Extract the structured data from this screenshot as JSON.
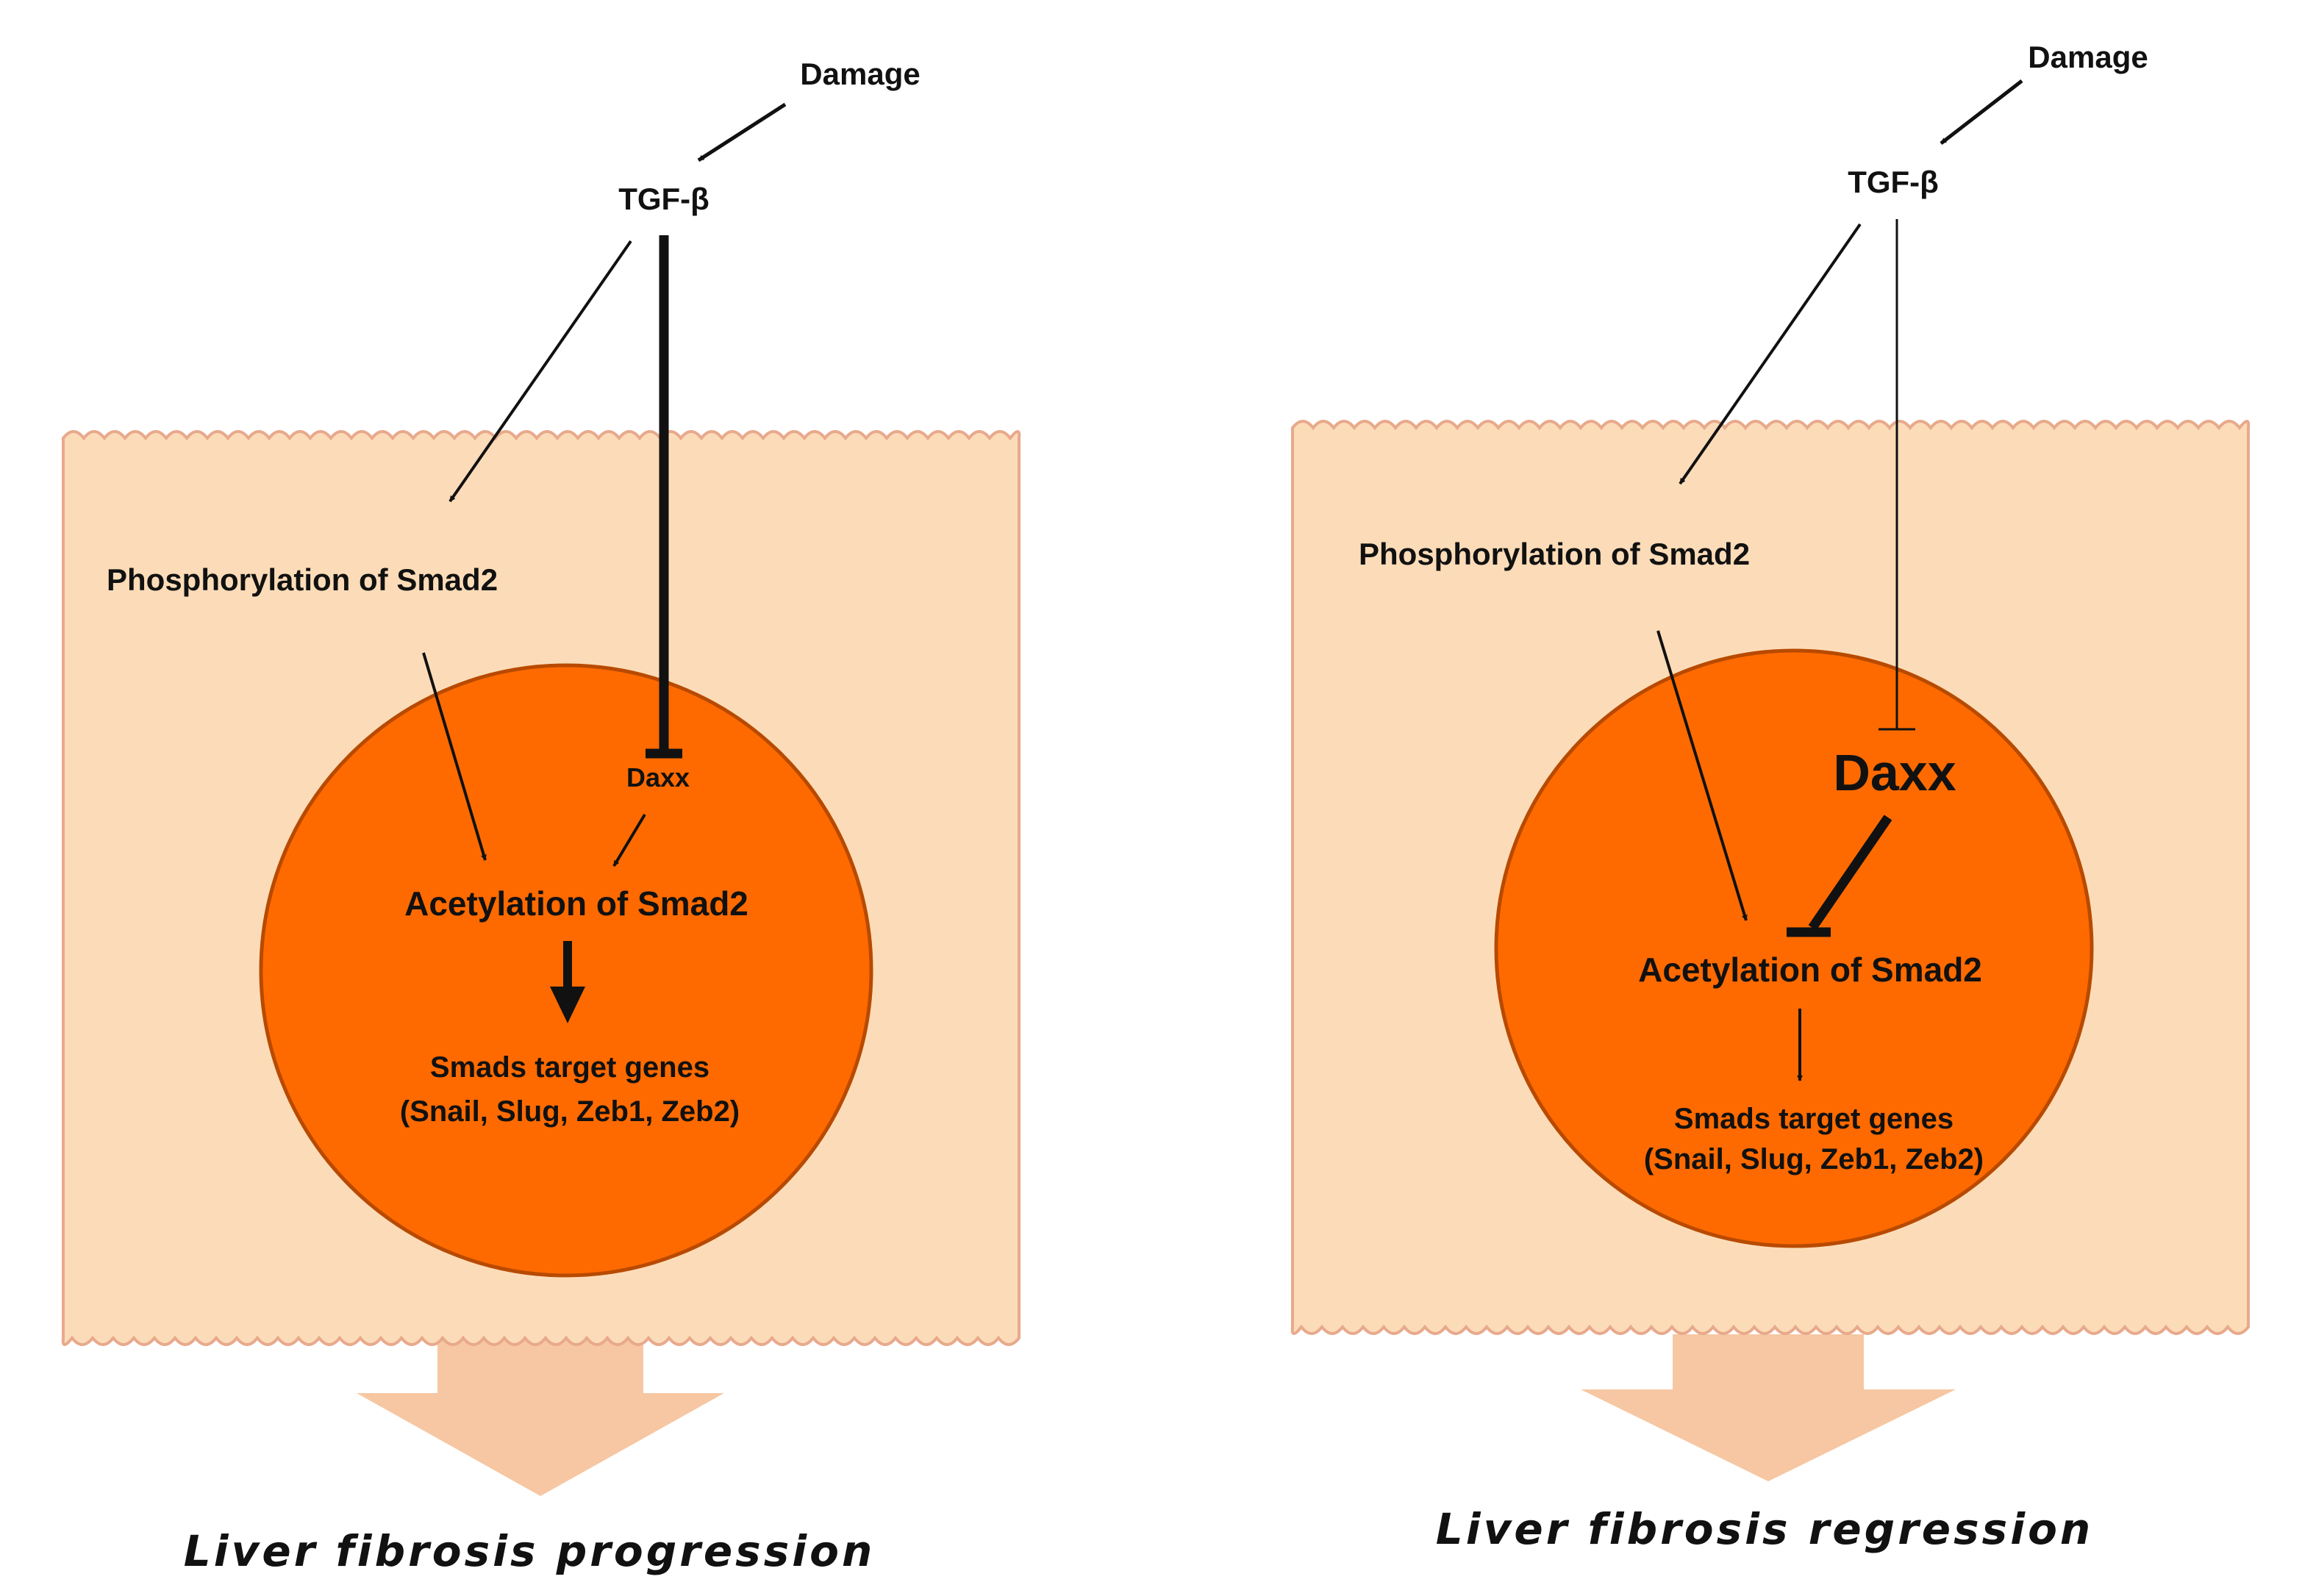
{
  "colors": {
    "cell_fill": "#fcdcb8",
    "cell_edge": "#e8a98c",
    "nucleus_fill": "#ff6a00",
    "nucleus_edge": "#b84a00",
    "outcome_arrow": "#f6c7a2",
    "line": "#111111"
  },
  "left": {
    "damage": "Damage",
    "tgf": "TGF-β",
    "phospho": "Phosphorylation of Smad2",
    "daxx": "Daxx",
    "acetyl": "Acetylation of Smad2",
    "targets_line1": "Smads target genes",
    "targets_line2": "(Snail, Slug, Zeb1, Zeb2)",
    "caption": "Liver fibrosis progression"
  },
  "right": {
    "damage": "Damage",
    "tgf": "TGF-β",
    "phospho": "Phosphorylation of Smad2",
    "daxx": "Daxx",
    "acetyl": "Acetylation of Smad2",
    "targets_line1": "Smads target genes",
    "targets_line2": "(Snail, Slug, Zeb1, Zeb2)",
    "caption": "Liver fibrosis regression"
  }
}
